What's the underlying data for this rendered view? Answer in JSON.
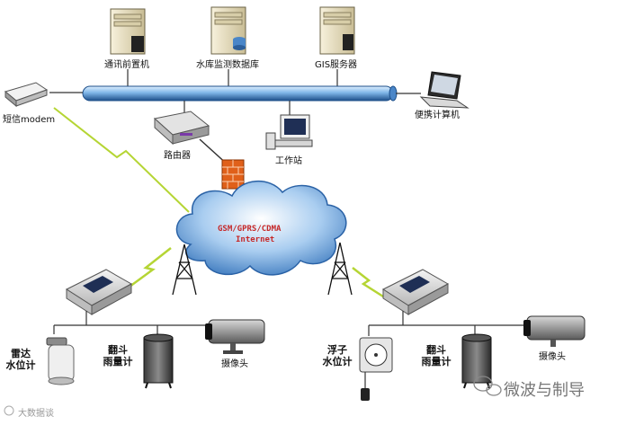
{
  "servers": {
    "comm_frontend": "通讯前置机",
    "reservoir_db": "水库监测数据库",
    "gis_server": "GIS服务器"
  },
  "devices": {
    "sms_modem": "短信modem",
    "laptop": "便携计算机",
    "router": "路由器",
    "workstation": "工作站"
  },
  "network": {
    "cloud_line1": "GSM/GPRS/CDMA",
    "cloud_line2": "Internet"
  },
  "sensors": {
    "radar_gauge": "雷达\n水位计",
    "tipping_rain_left": "翻斗\n雨量计",
    "camera_left": "摄像头",
    "float_gauge": "浮子\n水位计",
    "tipping_rain_right": "翻斗\n雨量计",
    "camera_right": "摄像头"
  },
  "watermarks": {
    "wechat": "微波与制导",
    "bottom_left": "大数据谈"
  },
  "colors": {
    "bus": "#7fb6e8",
    "cloud": "#4a90d9",
    "firewall": "#e0601a",
    "lightning": "#b5d534",
    "server_beige": "#efe6c9"
  }
}
